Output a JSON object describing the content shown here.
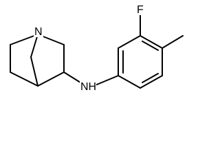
{
  "molecule": {
    "atoms": {
      "nitrogen_ring": "N",
      "fluorine": "F",
      "amine": "NH"
    }
  }
}
